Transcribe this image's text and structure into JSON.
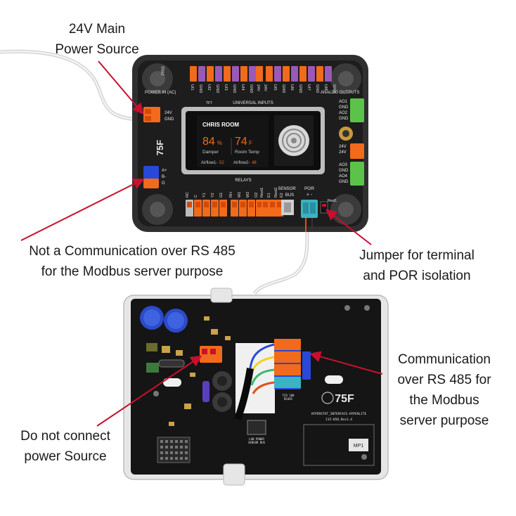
{
  "callouts": {
    "main_power": [
      "24V Main",
      "Power Source"
    ],
    "not_comm": [
      "Not a Communication over RS 485",
      "for the Modbus server purpose"
    ],
    "jumper": [
      "Jumper for terminal",
      "and POR isolation"
    ],
    "comm": [
      "Communication",
      "over RS 485 for",
      "the Modbus",
      "server purpose"
    ],
    "do_not_connect": [
      "Do not connect",
      "power Source"
    ]
  },
  "controller": {
    "prg": "PRG",
    "power_in": "POWER IN (AC)",
    "v24": "24V",
    "gnd": "GND",
    "universal_inputs": "UNIVERSAL INPUTS",
    "analog_outputs": "ANALOG OUTPUTS",
    "tft": "TFT",
    "relays": "RELAYS",
    "sensor_bus": [
      "SENSOR",
      "BUS"
    ],
    "por": "POR",
    "por_signs": "+  -",
    "brand": "75F",
    "ui_top": [
      "UI1",
      "GND",
      "UI2",
      "GND",
      "UI3",
      "GND",
      "UI4",
      "GND"
    ],
    "ui_mid": [
      "24V",
      "24V"
    ],
    "ui_right": [
      "UI5",
      "GND",
      "UI6",
      "GND",
      "UI7",
      "GND",
      "UI8",
      "GND"
    ],
    "ao_labels": [
      "AO1",
      "GND",
      "AO2",
      "GND"
    ],
    "ao_labels2": [
      "24V",
      "24V"
    ],
    "ao_labels3": [
      "AO3",
      "GND",
      "AO4",
      "GND"
    ],
    "rs485": [
      "A+",
      "B-",
      "G"
    ],
    "relay_labels": [
      "RC",
      "C",
      "Y1",
      "Y2",
      "G1",
      "RH",
      "W1",
      "W2",
      "O2",
      "Rext1",
      "E1",
      "Rext2",
      "E2"
    ],
    "rext1": "Rext1"
  },
  "display": {
    "room": "CHRIS ROOM",
    "damper_value": "84",
    "damper_unit": "%",
    "damper_label": "Damper",
    "temp_value": "74",
    "temp_unit": "F",
    "temp_label": "Room Temp",
    "airflow1": "Airflow1-",
    "airflow1_value": "52",
    "airflow2": "Airflow2-",
    "airflow2_value": "48"
  },
  "board": {
    "brand": "75F",
    "model": "HYPERSTAT_INTERFACE-HYPERLITE",
    "rev": "115-058_Rev1.4",
    "mp1": "MP1",
    "low_power": [
      "LOW POWER",
      "SENSOR BUS"
    ],
    "tco_label": [
      "TCO 180",
      "RS485"
    ]
  },
  "colors": {
    "arrow": "#c8102e",
    "orange": "#f26a1b",
    "purple": "#9b59b6",
    "green": "#5cc34a",
    "blue": "#2748d8",
    "teal": "#3bb3c3",
    "pcb": "#151515"
  }
}
